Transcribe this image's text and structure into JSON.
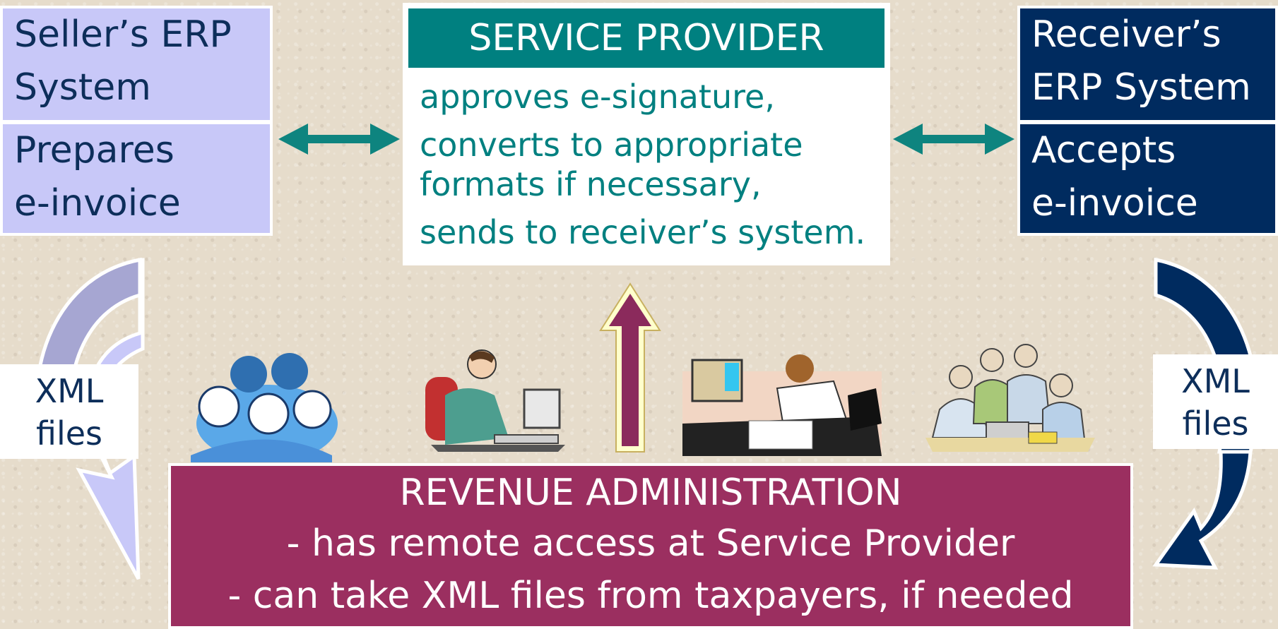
{
  "seller": {
    "title_line1": "Seller’s ERP",
    "title_line2": "System",
    "action_line1": "Prepares",
    "action_line2": "e-invoice"
  },
  "service_provider": {
    "title": "SERVICE PROVIDER",
    "lines": [
      "approves e-signature,",
      "converts to appropriate",
      "formats if necessary,",
      "sends to receiver’s system."
    ]
  },
  "receiver": {
    "title_line1": "Receiver’s",
    "title_line2": "ERP System",
    "action_line1": "Accepts",
    "action_line2": "e-invoice"
  },
  "xml_left": {
    "line1": "XML",
    "line2": "files"
  },
  "xml_right": {
    "line1": "XML",
    "line2": "files"
  },
  "revenue": {
    "title": "REVENUE ADMINISTRATION",
    "line1": "- has remote access at Service Provider",
    "line2": "- can take XML files from taxpayers, if needed"
  },
  "colors": {
    "teal": "#008080",
    "lavender": "#c8c8f8",
    "navy": "#002b5f",
    "maroon": "#9b2f60",
    "cream": "#ffffcc"
  },
  "icons": [
    "people-group-clipart",
    "man-at-computer-clipart",
    "stressed-worker-clipart",
    "team-meeting-clipart"
  ]
}
